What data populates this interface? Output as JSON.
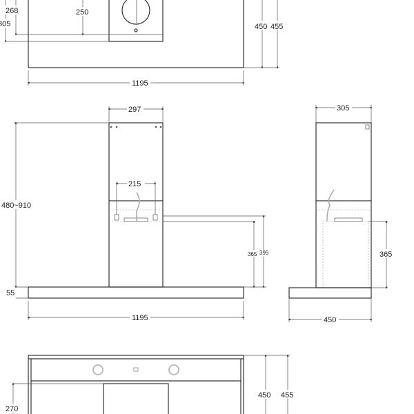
{
  "top_view": {
    "dim_268": "268",
    "dim_250": "250",
    "dim_305": "305",
    "dim_450": "450",
    "dim_455": "455",
    "dim_1195": "1195"
  },
  "front_view": {
    "dim_297": "297",
    "dim_480_910": "480~910",
    "dim_55": "55",
    "dim_215": "215",
    "dim_365": "365",
    "dim_395": "395",
    "dim_1195": "1195"
  },
  "side_view": {
    "dim_305": "305",
    "dim_365": "365",
    "dim_450": "450"
  },
  "bottom_view": {
    "dim_270": "270",
    "dim_450": "450",
    "dim_455": "455"
  }
}
